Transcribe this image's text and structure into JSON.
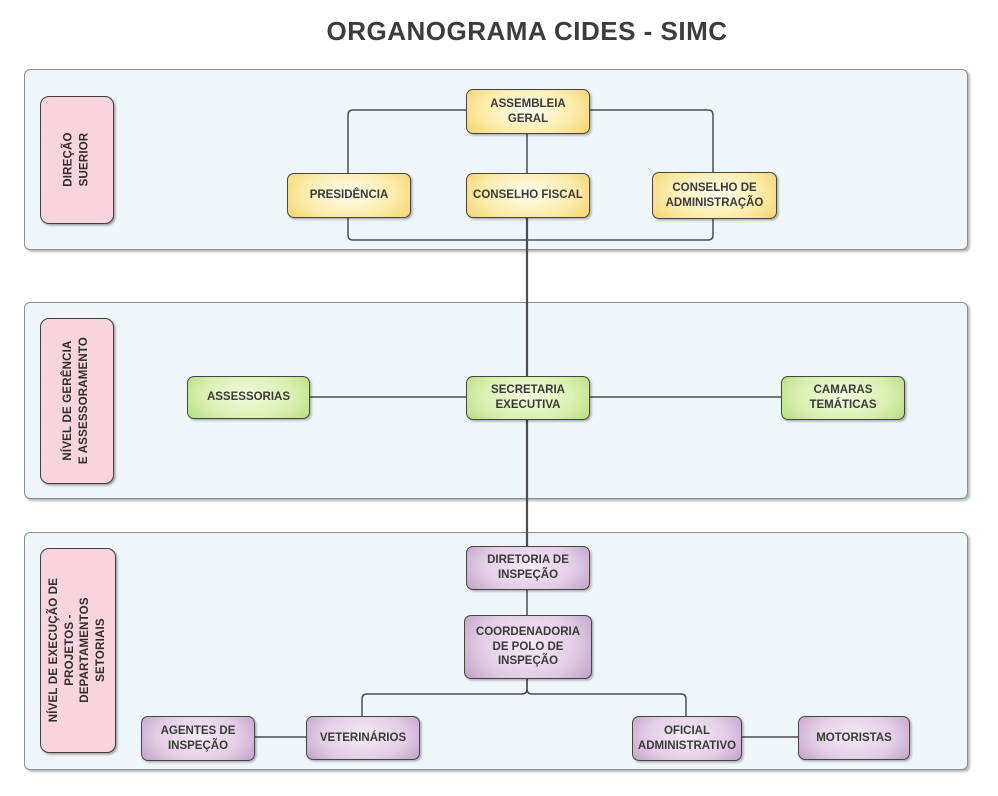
{
  "title": "ORGANOGRAMA CIDES - SIMC",
  "colors": {
    "band_bg": "#eef6f9",
    "label_pink": "#f8d4dd",
    "yellow_light": "#fffdf0",
    "yellow_dark": "#f1c94f",
    "green_light": "#f2fbdf",
    "green_dark": "#a3d465",
    "purple_light": "#f5ebf6",
    "purple_dark": "#b189b9",
    "line": "#4d4d4d",
    "text": "#3a3a3a"
  },
  "sections": [
    {
      "label": "DIREÇÃO\nSUERIOR",
      "nodes": [
        {
          "label": "ASSEMBLEIA\nGERAL"
        },
        {
          "label": "PRESIDÊNCIA"
        },
        {
          "label": "CONSELHO FISCAL"
        },
        {
          "label": "CONSELHO DE\nADMINISTRAÇÃO"
        }
      ]
    },
    {
      "label": "NÍVEL DE GERÊNCIA\nE ASSESSORAMENTO",
      "nodes": [
        {
          "label": "ASSESSORIAS"
        },
        {
          "label": "SECRETARIA\nEXECUTIVA"
        },
        {
          "label": "CAMARAS\nTEMÁTICAS"
        }
      ]
    },
    {
      "label": "NÍVEL DE EXECUÇÃO DE\nPROJETOS -\nDEPARTAMENTOS\nSETORIAIS",
      "nodes": [
        {
          "label": "DIRETORIA DE\nINSPEÇÃO"
        },
        {
          "label": "COORDENADORIA\nDE POLO DE\nINSPEÇÃO"
        },
        {
          "label": "AGENTES DE\nINSPEÇÃO"
        },
        {
          "label": "VETERINÁRIOS"
        },
        {
          "label": "OFICIAL\nADMINISTRATIVO"
        },
        {
          "label": "MOTORISTAS"
        }
      ]
    }
  ],
  "edges": [
    {
      "from": "ASSEMBLEIA GERAL",
      "to": "PRESIDÊNCIA"
    },
    {
      "from": "ASSEMBLEIA GERAL",
      "to": "CONSELHO FISCAL"
    },
    {
      "from": "ASSEMBLEIA GERAL",
      "to": "CONSELHO DE ADMINISTRAÇÃO"
    },
    {
      "from": "DIREÇÃO SUERIOR",
      "to": "SECRETARIA EXECUTIVA"
    },
    {
      "from": "ASSESSORIAS",
      "to": "SECRETARIA EXECUTIVA"
    },
    {
      "from": "SECRETARIA EXECUTIVA",
      "to": "CAMARAS TEMÁTICAS"
    },
    {
      "from": "SECRETARIA EXECUTIVA",
      "to": "DIRETORIA DE INSPEÇÃO"
    },
    {
      "from": "DIRETORIA DE INSPEÇÃO",
      "to": "COORDENADORIA DE POLO DE INSPEÇÃO"
    },
    {
      "from": "COORDENADORIA DE POLO DE INSPEÇÃO",
      "to": "VETERINÁRIOS"
    },
    {
      "from": "COORDENADORIA DE POLO DE INSPEÇÃO",
      "to": "OFICIAL ADMINISTRATIVO"
    },
    {
      "from": "AGENTES DE INSPEÇÃO",
      "to": "VETERINÁRIOS"
    },
    {
      "from": "OFICIAL ADMINISTRATIVO",
      "to": "MOTORISTAS"
    }
  ]
}
